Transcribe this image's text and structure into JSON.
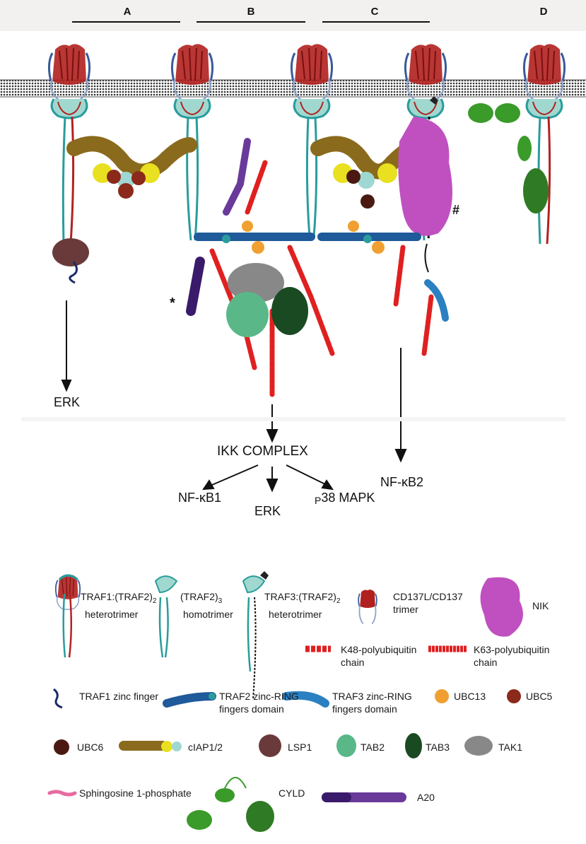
{
  "panels": {
    "a": "A",
    "b": "B",
    "c": "C",
    "d": "D"
  },
  "marks": {
    "asterisk": "*",
    "hash": "#"
  },
  "flow": {
    "erk_a": "ERK",
    "ikk": "IKK COMPLEX",
    "nfkb1": "NF-κB1",
    "erk_b": "ERK",
    "p38_prefix": "P",
    "p38": "38 MAPK",
    "nfkb2": "NF-κB2"
  },
  "legend": {
    "traf1_traf2_line1": "TRAF1:(TRAF2)",
    "traf1_traf2_sub": "2",
    "traf1_traf2_line2": "heterotrimer",
    "traf2_line1": "(TRAF2)",
    "traf2_sub": "3",
    "traf2_line2": "homotrimer",
    "traf3_line1": "TRAF3:(TRAF2)",
    "traf3_sub": "2",
    "traf3_line2": "heterotrimer",
    "cd137_line1": "CD137L/CD137",
    "cd137_line2": "trimer",
    "nik": "NIK",
    "k48_line1": "K48-polyubiquitin",
    "k48_line2": "chain",
    "k63_line1": "K63-polyubiquitin",
    "k63_line2": "chain",
    "traf1_zf": "TRAF1 zinc finger",
    "traf2_ring_line1": "TRAF2 zinc-RING",
    "traf2_ring_line2": "fingers domain",
    "traf3_ring_line1": "TRAF3 zinc-RING",
    "traf3_ring_line2": "fingers domain",
    "ubc13": "UBC13",
    "ubc5": "UBC5",
    "ubc6": "UBC6",
    "ciap": "cIAP1/2",
    "lsp1": "LSP1",
    "tab2": "TAB2",
    "tab3": "TAB3",
    "tak1": "TAK1",
    "s1p": "Sphingosine 1-phosphate",
    "cyld": "CYLD",
    "a20": "A20"
  },
  "colors": {
    "traf2": "#2a9c9c",
    "traf1": "#b22222",
    "ligand_red": "#b0201e",
    "receptor_blue": "#3a5a9a",
    "ciap": "#8a6a1c",
    "yellow": "#e8e020",
    "ubc5": "#8b2a1a",
    "ubc6": "#4a1a12",
    "ubc13": "#f0a030",
    "ring2": "#1f5a9a",
    "ring3": "#2a80c0",
    "k48": "#e02020",
    "nik": "#c050c0",
    "a20": "#6a3a9a",
    "tak1": "#888888",
    "tab2": "#5ab888",
    "tab3": "#1a4a22",
    "cyld": "#3a9a2a",
    "lsp1": "#6a3a3a",
    "s1p": "#e86aa0"
  }
}
